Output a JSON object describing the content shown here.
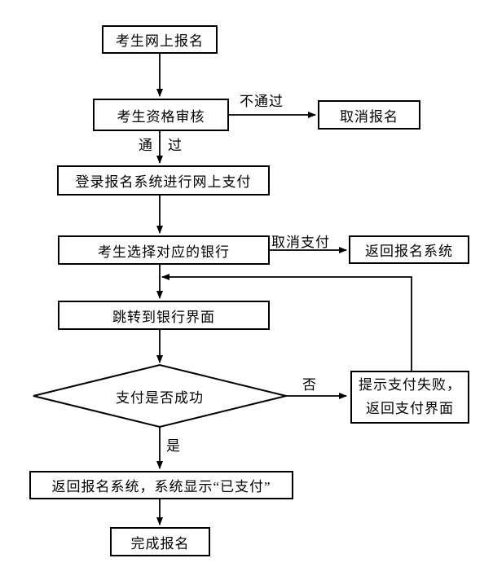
{
  "diagram": {
    "nodes": {
      "register": "考生网上报名",
      "review": "考生资格审核",
      "cancel_register": "取消报名",
      "login_pay": "登录报名系统进行网上支付",
      "select_bank": "考生选择对应的银行",
      "return_system": "返回报名系统",
      "bank_page": "跳转到银行界面",
      "pay_success": "支付是否成功",
      "pay_fail": "提示支付失败，\n返回支付界面",
      "paid_shown": "返回报名系统，系统显示“已支付”",
      "complete": "完成报名"
    },
    "edge_labels": {
      "not_pass": "不通过",
      "pass": "通　过",
      "cancel_pay": "取消支付",
      "no": "否",
      "yes": "是"
    },
    "colors": {
      "line": "#000000",
      "background": "#ffffff",
      "box_fill": "#ffffff"
    }
  }
}
